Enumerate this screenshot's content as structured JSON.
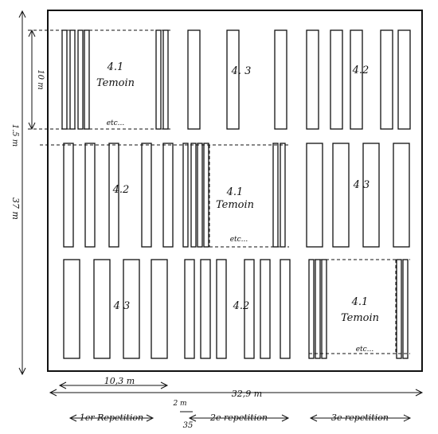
{
  "plots": {
    "p11": {
      "code": "4.1",
      "label": "Temoin",
      "note": "etc..."
    },
    "p12": {
      "code": "4. 3"
    },
    "p13": {
      "code": "4.2"
    },
    "p21": {
      "code": "4.2"
    },
    "p22": {
      "code": "4.1",
      "label": "Temoin",
      "note": "etc..."
    },
    "p23": {
      "code": "4 3"
    },
    "p31": {
      "code": "4 3"
    },
    "p32": {
      "code": "4.2"
    },
    "p33": {
      "code": "4.1",
      "label": "Temoin",
      "note": "etc..."
    }
  },
  "dimensions": {
    "plot_height": "10 m",
    "gap_rows": "1.5 m",
    "total_height": "37 m",
    "plot_width": "10,3 m",
    "total_width": "32,9 m",
    "gap_cols": "2 m",
    "scale": "35"
  },
  "repetitions": [
    "1er Repetition",
    "2e repetition",
    "3e repetition"
  ]
}
